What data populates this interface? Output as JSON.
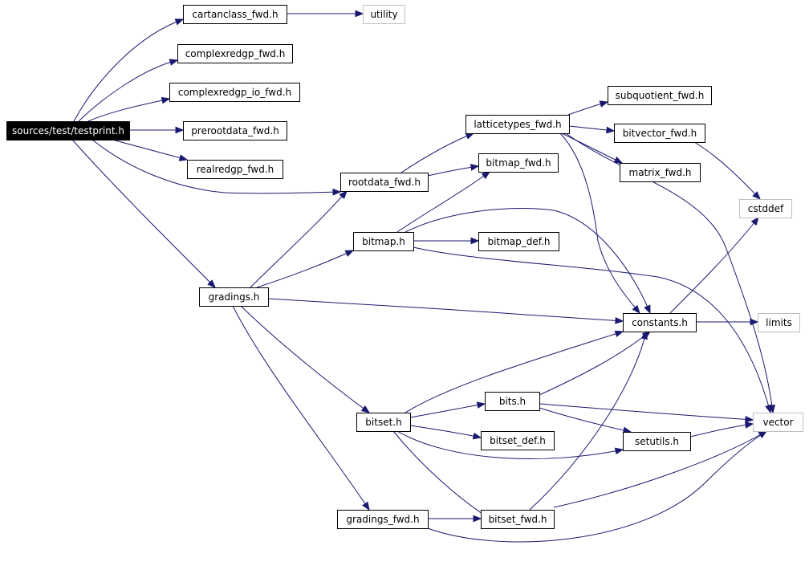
{
  "diagram": {
    "nodes": {
      "testprint": "sources/test/testprint.h",
      "cartanclass_fwd": "cartanclass_fwd.h",
      "utility": "utility",
      "complexredgp_fwd": "complexredgp_fwd.h",
      "complexredgp_io_fwd": "complexredgp_io_fwd.h",
      "prerootdata_fwd": "prerootdata_fwd.h",
      "realredgp_fwd": "realredgp_fwd.h",
      "rootdata_fwd": "rootdata_fwd.h",
      "latticetypes_fwd": "latticetypes_fwd.h",
      "subquotient_fwd": "subquotient_fwd.h",
      "bitvector_fwd": "bitvector_fwd.h",
      "matrix_fwd": "matrix_fwd.h",
      "bitmap_fwd": "bitmap_fwd.h",
      "cstddef": "cstddef",
      "bitmap": "bitmap.h",
      "bitmap_def": "bitmap_def.h",
      "gradings": "gradings.h",
      "constants": "constants.h",
      "limits": "limits",
      "bits": "bits.h",
      "bitset": "bitset.h",
      "vector": "vector",
      "bitset_def": "bitset_def.h",
      "setutils": "setutils.h",
      "gradings_fwd": "gradings_fwd.h",
      "bitset_fwd": "bitset_fwd.h"
    },
    "edges": [
      [
        "testprint",
        "cartanclass_fwd"
      ],
      [
        "testprint",
        "complexredgp_fwd"
      ],
      [
        "testprint",
        "complexredgp_io_fwd"
      ],
      [
        "testprint",
        "prerootdata_fwd"
      ],
      [
        "testprint",
        "realredgp_fwd"
      ],
      [
        "testprint",
        "rootdata_fwd"
      ],
      [
        "testprint",
        "gradings"
      ],
      [
        "cartanclass_fwd",
        "utility"
      ],
      [
        "rootdata_fwd",
        "latticetypes_fwd"
      ],
      [
        "rootdata_fwd",
        "bitmap_fwd"
      ],
      [
        "latticetypes_fwd",
        "subquotient_fwd"
      ],
      [
        "latticetypes_fwd",
        "bitvector_fwd"
      ],
      [
        "latticetypes_fwd",
        "matrix_fwd"
      ],
      [
        "latticetypes_fwd",
        "constants"
      ],
      [
        "latticetypes_fwd",
        "vector"
      ],
      [
        "bitvector_fwd",
        "cstddef"
      ],
      [
        "gradings",
        "rootdata_fwd"
      ],
      [
        "gradings",
        "bitmap"
      ],
      [
        "gradings",
        "constants"
      ],
      [
        "gradings",
        "bitset"
      ],
      [
        "gradings",
        "gradings_fwd"
      ],
      [
        "bitmap",
        "bitmap_fwd"
      ],
      [
        "bitmap",
        "bitmap_def"
      ],
      [
        "bitmap",
        "constants"
      ],
      [
        "bitmap",
        "vector"
      ],
      [
        "constants",
        "cstddef"
      ],
      [
        "constants",
        "limits"
      ],
      [
        "bitset",
        "constants"
      ],
      [
        "bitset",
        "bits"
      ],
      [
        "bitset",
        "bitset_def"
      ],
      [
        "bitset",
        "setutils"
      ],
      [
        "bitset",
        "bitset_fwd"
      ],
      [
        "bits",
        "constants"
      ],
      [
        "bits",
        "setutils"
      ],
      [
        "bits",
        "vector"
      ],
      [
        "setutils",
        "vector"
      ],
      [
        "gradings_fwd",
        "bitset_fwd"
      ],
      [
        "gradings_fwd",
        "vector"
      ],
      [
        "bitset_fwd",
        "constants"
      ],
      [
        "bitset_fwd",
        "vector"
      ]
    ]
  }
}
